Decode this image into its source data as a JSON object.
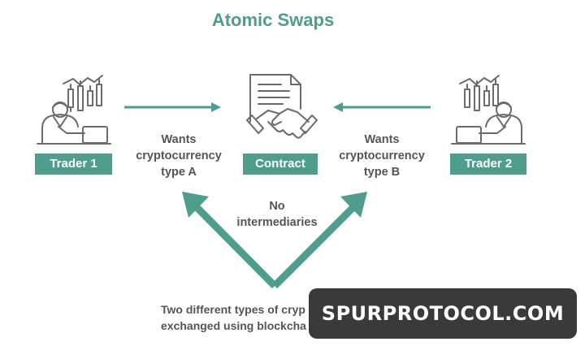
{
  "title": "Atomic Swaps",
  "nodes": {
    "trader1": "Trader 1",
    "contract": "Contract",
    "trader2": "Trader 2"
  },
  "labels": {
    "wants_a": [
      "Wants",
      "cryptocurrency",
      "type A"
    ],
    "wants_b": [
      "Wants",
      "cryptocurrency",
      "type B"
    ],
    "no_intermediaries": [
      "No",
      "intermediaries"
    ],
    "bottom": [
      "Two different types of cryp",
      "exchanged using blockcha"
    ]
  },
  "watermark": "SPURPROTOCOL.COM",
  "colors": {
    "accent": "#4f9d8c",
    "text": "#555555",
    "icon": "#6b6b6b",
    "watermark_bg": "#3a3a3a"
  },
  "icons": [
    "trader-icon",
    "contract-handshake-icon",
    "trader-icon"
  ]
}
